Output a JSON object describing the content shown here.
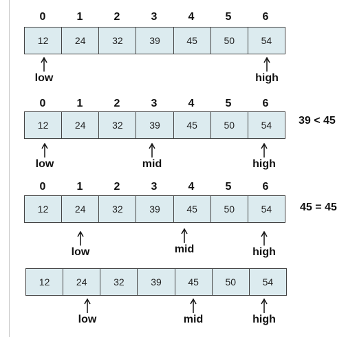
{
  "steps": [
    {
      "show_indices": true,
      "indices": [
        "0",
        "1",
        "2",
        "3",
        "4",
        "5",
        "6"
      ],
      "values": [
        "12",
        "24",
        "32",
        "39",
        "45",
        "50",
        "54"
      ],
      "pointers": {
        "low": "low",
        "high": "high"
      },
      "comparison": ""
    },
    {
      "show_indices": true,
      "indices": [
        "0",
        "1",
        "2",
        "3",
        "4",
        "5",
        "6"
      ],
      "values": [
        "12",
        "24",
        "32",
        "39",
        "45",
        "50",
        "54"
      ],
      "pointers": {
        "low": "low",
        "mid": "mid",
        "high": "high"
      },
      "comparison": "39 < 45"
    },
    {
      "show_indices": true,
      "indices": [
        "0",
        "1",
        "2",
        "3",
        "4",
        "5",
        "6"
      ],
      "values": [
        "12",
        "24",
        "32",
        "39",
        "45",
        "50",
        "54"
      ],
      "pointers": {
        "low": "low",
        "mid": "mid",
        "high": "high"
      },
      "comparison": "45 = 45"
    },
    {
      "show_indices": false,
      "values": [
        "12",
        "24",
        "32",
        "39",
        "45",
        "50",
        "54"
      ],
      "pointers": {
        "low": "low",
        "mid": "mid",
        "high": "high"
      },
      "comparison": ""
    }
  ]
}
